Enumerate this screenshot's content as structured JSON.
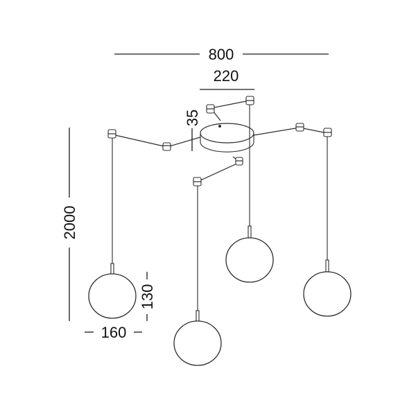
{
  "dimensions": {
    "overall_width": "800",
    "canopy_diameter": "220",
    "canopy_height": "35",
    "total_height": "2000",
    "globe_height": "130",
    "globe_diameter": "160"
  },
  "pendant_count": 4
}
